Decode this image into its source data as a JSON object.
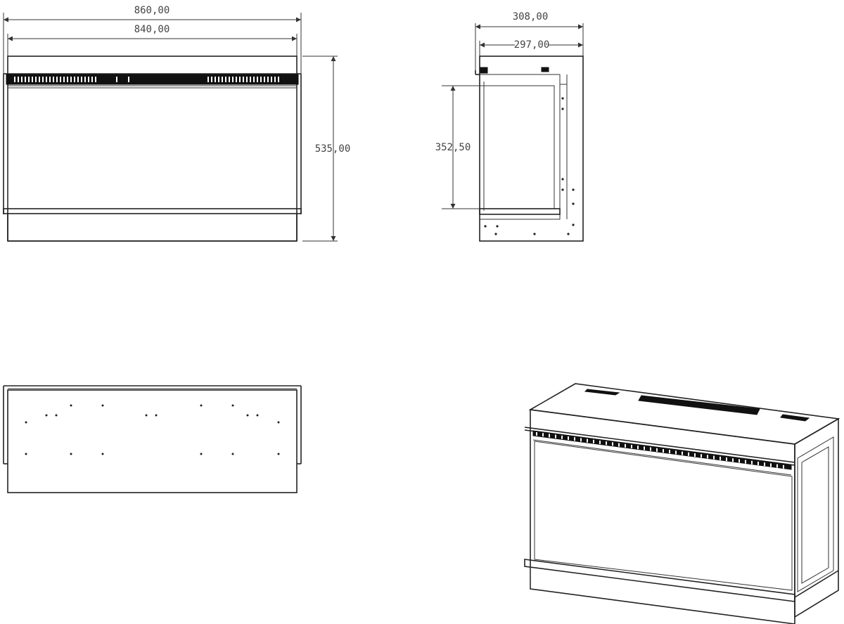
{
  "dimensions": {
    "front_overall_width": "860,00",
    "front_inner_width": "840,00",
    "front_height": "535,00",
    "side_overall_depth": "308,00",
    "side_inner_depth": "297,00",
    "side_opening_height": "352,50"
  },
  "colors": {
    "line": "#222222",
    "background": "#ffffff"
  }
}
